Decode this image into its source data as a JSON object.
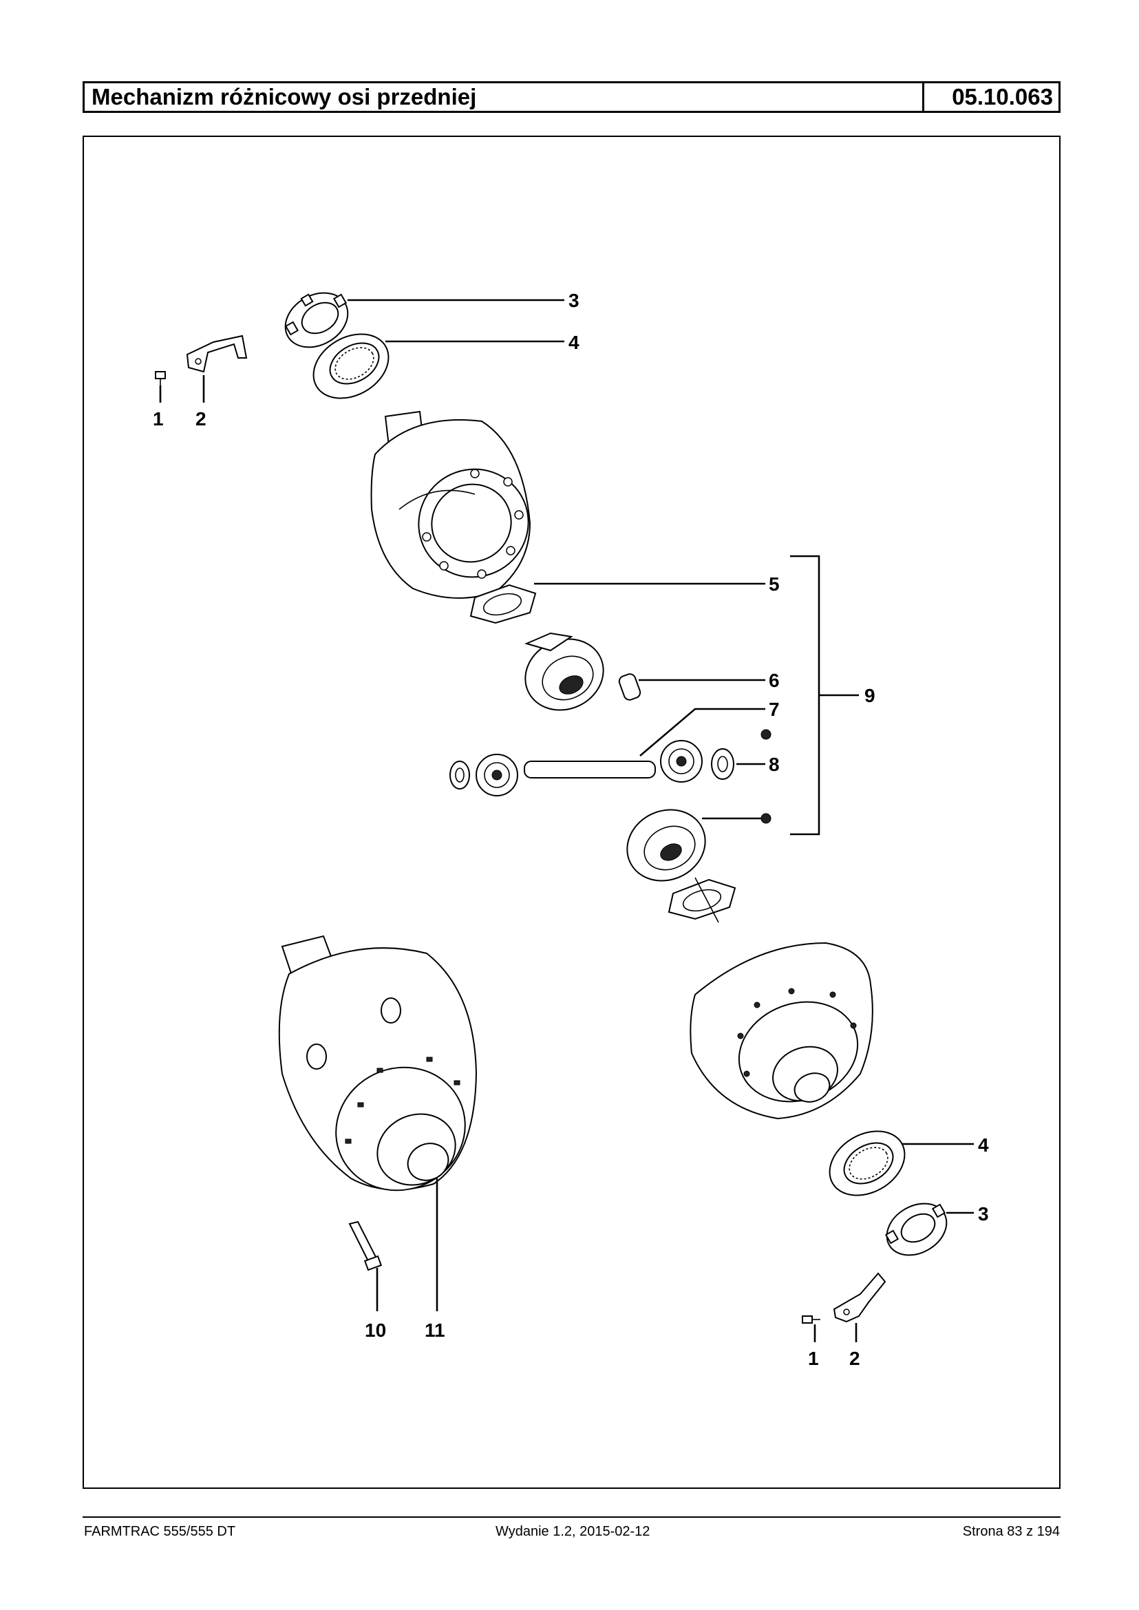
{
  "header": {
    "title": "Mechanizm różnicowy osi przedniej",
    "code": "05.10.063"
  },
  "callouts": {
    "c1a": "1",
    "c2a": "2",
    "c3a": "3",
    "c4a": "4",
    "c5": "5",
    "c6": "6",
    "c7": "7",
    "c8": "8",
    "c9": "9",
    "c10": "10",
    "c11": "11",
    "c4b": "4",
    "c3b": "3",
    "c1b": "1",
    "c2b": "2"
  },
  "footer": {
    "model": "FARMTRAC 555/555 DT",
    "edition": "Wydanie 1.2,  2015-02-12",
    "page": "Strona 83 z 194"
  }
}
